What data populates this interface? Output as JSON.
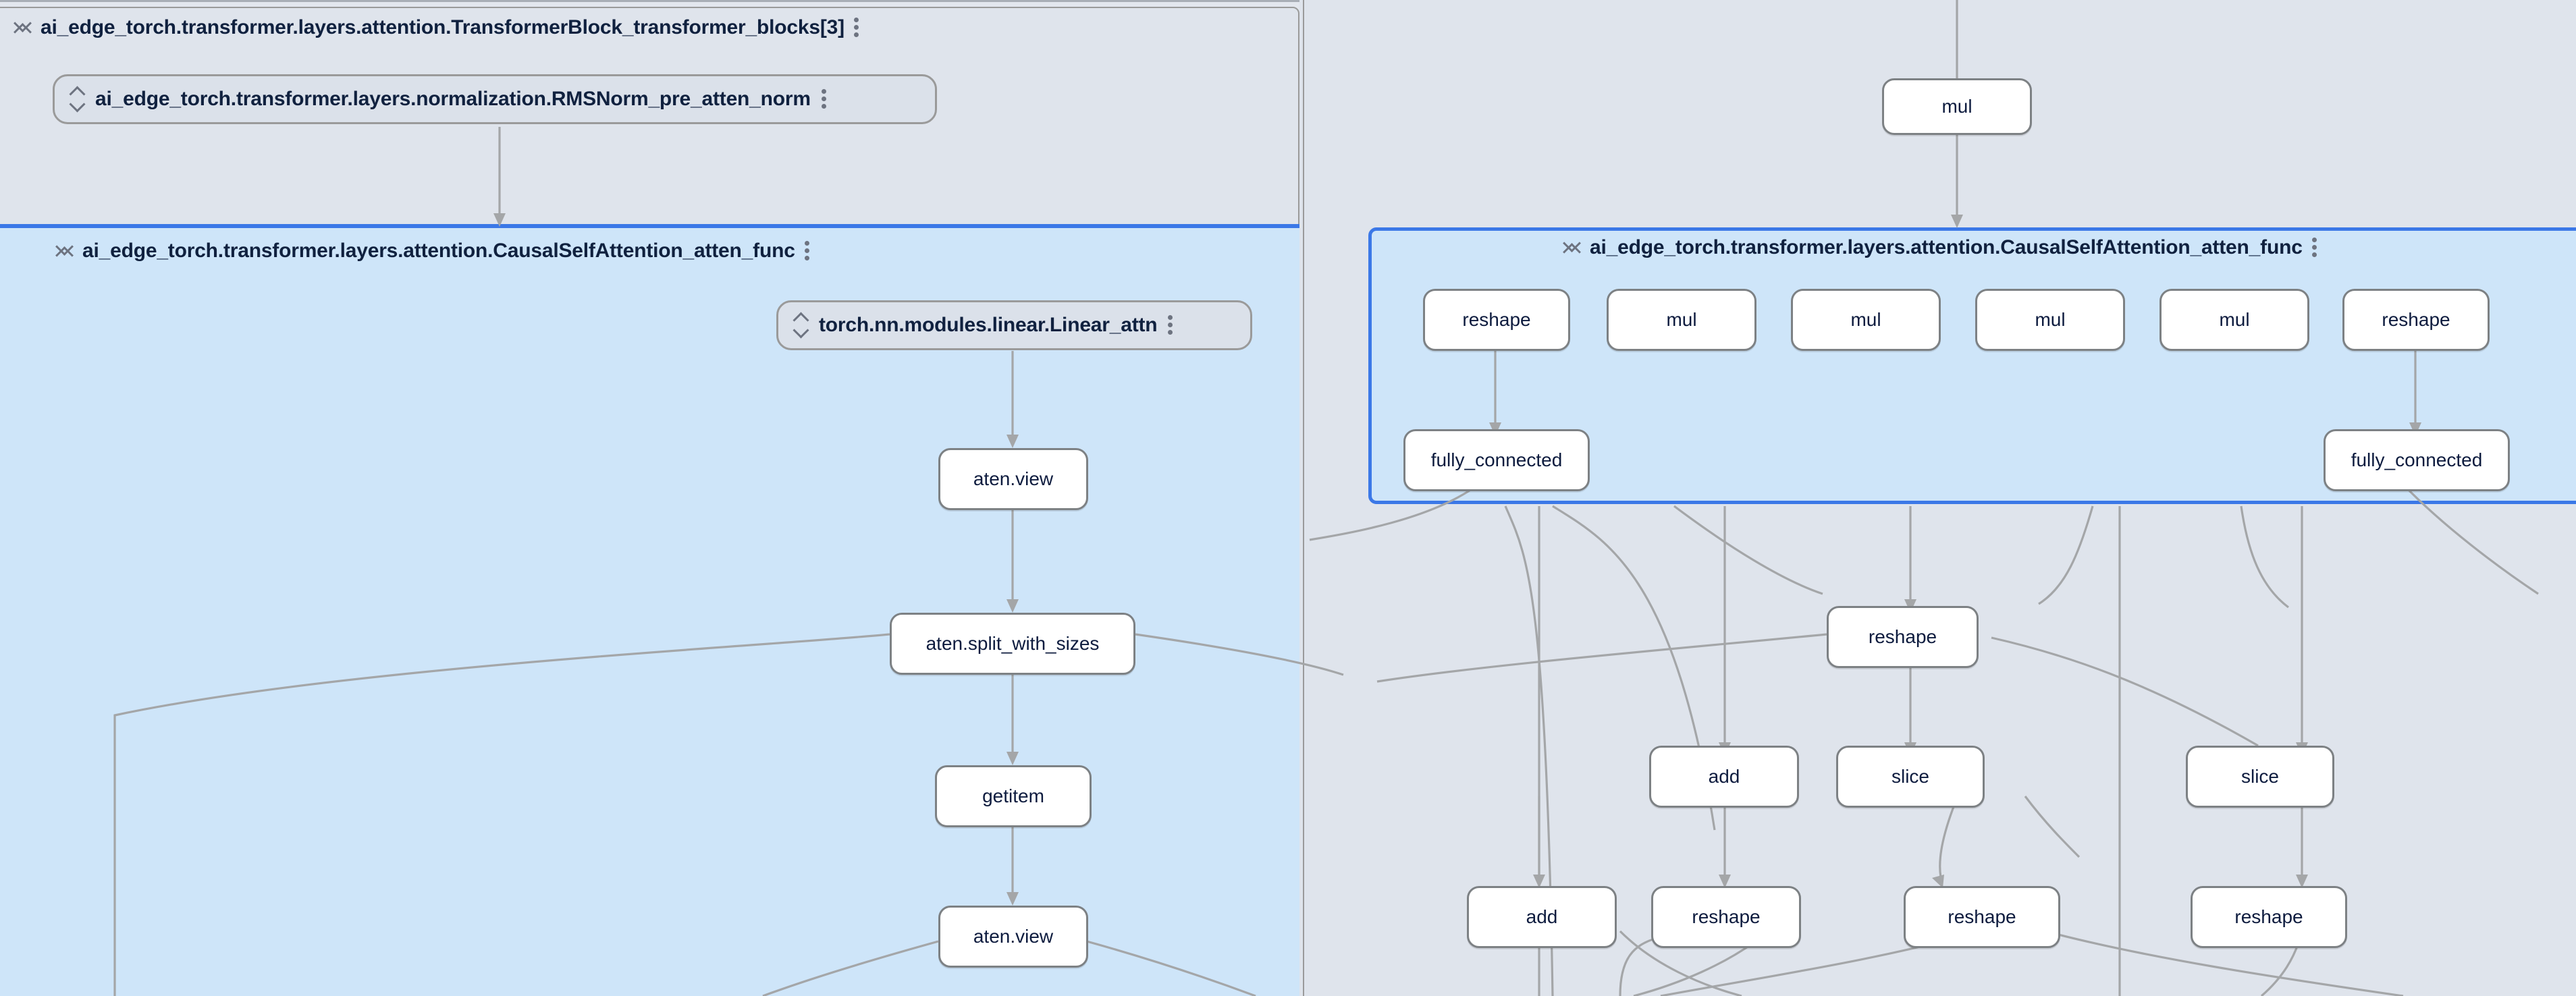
{
  "app": {
    "name": "model-graph-explorer",
    "canvas_background": "#dfe4ec",
    "selected_group_fill": "#cee5f9",
    "selected_group_border": "#3b78e7",
    "node_fill": "#ffffff",
    "node_border": "#7d8184",
    "text_color": "#10213f",
    "edge_color": "#a4a6a8"
  },
  "groups": {
    "transformer_block": {
      "title": "ai_edge_torch.transformer.layers.attention.TransformerBlock_transformer_blocks[3]",
      "collapse_icon": "collapse-chevrons-icon",
      "more_icon": "more-vert-icon"
    },
    "rmsnorm_pill": {
      "title": "ai_edge_torch.transformer.layers.normalization.RMSNorm_pre_atten_norm",
      "expand_icon": "expand-chevrons-icon",
      "more_icon": "more-vert-icon"
    },
    "attention_left": {
      "title": "ai_edge_torch.transformer.layers.attention.CausalSelfAttention_atten_func",
      "collapse_icon": "collapse-chevrons-icon",
      "more_icon": "more-vert-icon"
    },
    "attention_right": {
      "title": "ai_edge_torch.transformer.layers.attention.CausalSelfAttention_atten_func",
      "collapse_icon": "collapse-chevrons-icon",
      "more_icon": "more-vert-icon"
    },
    "linear_attn_pill": {
      "title": "torch.nn.modules.linear.Linear_attn",
      "expand_icon": "expand-chevrons-icon",
      "more_icon": "more-vert-icon"
    }
  },
  "nodes": {
    "left": [
      {
        "id": "l_view1",
        "label": "aten.view"
      },
      {
        "id": "l_split",
        "label": "aten.split_with_sizes"
      },
      {
        "id": "l_getitem",
        "label": "getitem"
      },
      {
        "id": "l_view2",
        "label": "aten.view"
      }
    ],
    "right_top": [
      {
        "id": "r_mul_top",
        "label": "mul"
      }
    ],
    "right_attention_row": [
      {
        "id": "r_reshape_a",
        "label": "reshape"
      },
      {
        "id": "r_mul_1",
        "label": "mul"
      },
      {
        "id": "r_mul_2",
        "label": "mul"
      },
      {
        "id": "r_mul_3",
        "label": "mul"
      },
      {
        "id": "r_mul_4",
        "label": "mul"
      },
      {
        "id": "r_reshape_b",
        "label": "reshape"
      }
    ],
    "right_fc_row": [
      {
        "id": "r_fc_left",
        "label": "fully_connected"
      },
      {
        "id": "r_fc_right",
        "label": "fully_connected"
      }
    ],
    "right_lower": [
      {
        "id": "r_reshape_c",
        "label": "reshape"
      },
      {
        "id": "r_add_1",
        "label": "add"
      },
      {
        "id": "r_slice_1",
        "label": "slice"
      },
      {
        "id": "r_slice_2",
        "label": "slice"
      },
      {
        "id": "r_add_2",
        "label": "add"
      },
      {
        "id": "r_reshape_d",
        "label": "reshape"
      },
      {
        "id": "r_reshape_e",
        "label": "reshape"
      },
      {
        "id": "r_reshape_f",
        "label": "reshape"
      }
    ]
  }
}
